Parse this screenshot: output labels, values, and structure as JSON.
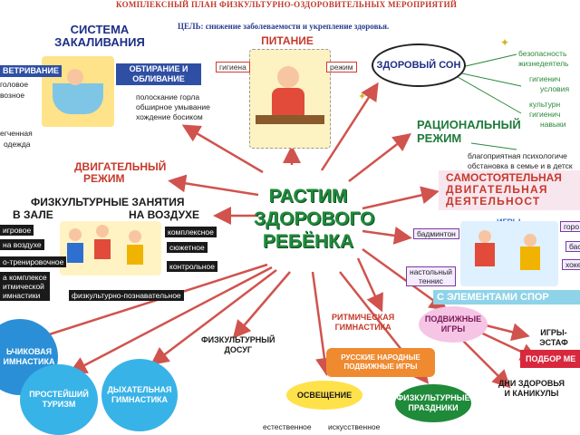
{
  "header": {
    "title": "КОМПЛЕКСНЫЙ ПЛАН ФИЗКУЛЬТУРНО-ОЗДОРОВИТЕЛЬНЫХ МЕРОПРИЯТИЙ",
    "goal": "ЦЕЛЬ: снижение заболеваемости и укрепление здоровья."
  },
  "center": {
    "line1": "РАСТИМ",
    "line2": "ЗДОРОВОГО",
    "line3": "РЕБЁНКА"
  },
  "hardening": {
    "title1": "СИСТЕМА",
    "title2": "ЗАКАЛИВАНИЯ",
    "airing": "ВЕТРИВАНИЕ",
    "rubbing1": "ОБТИРАНИЕ И",
    "rubbing2": "ОБЛИВАНИЕ",
    "item_head": "головое",
    "item_air": "возное",
    "item_light1": "егченная",
    "item_light2": "одежда",
    "gargle": "полоскание горла",
    "washing": "обширное умывание",
    "barefoot": "хождение босиком"
  },
  "nutrition": {
    "title": "ПИТАНИЕ",
    "hygiene": "гигиена",
    "regime": "режим"
  },
  "sleep": {
    "title": "ЗДОРОВЫЙ СОН",
    "safe1": "безопасность",
    "safe2": "жизнедеятель",
    "hyg1": "гигиенич",
    "hyg2": "условия",
    "cult1": "культурн",
    "cult2": "гигиенич",
    "cult3": "навыки"
  },
  "rational": {
    "title1": "РАЦИОНАЛЬНЫЙ",
    "title2": "РЕЖИМ",
    "climate1": "благоприятная психологиче",
    "climate2": "обстановка в семье и в детск"
  },
  "motor": {
    "title1": "ДВИГАТЕЛЬНЫЙ",
    "title2": "РЕЖИМ"
  },
  "pe": {
    "title": "ФИЗКУЛЬТУРНЫЕ ЗАНЯТИЯ",
    "hall": "В ЗАЛЕ",
    "outdoor": "НА ВОЗДУХЕ",
    "items": {
      "game": "игровое",
      "outside": "на воздухе",
      "training": "о-тренировочное",
      "complex1": "а комплексе",
      "complex2": "итмической",
      "complex3": "имнастики",
      "cognitive": "физкультурно-познавательное",
      "complex": "комплексное",
      "plot": "сюжетное",
      "control": "контрольное"
    }
  },
  "independent": {
    "title1": "САМОСТОЯТЕЛЬНАЯ",
    "title2": "ДВИГАТЕЛЬНАЯ",
    "title3": "ДЕЯТЕЛЬНОСТ",
    "games": "ИГРЫ",
    "badminton": "бадминтон",
    "gor": "горо",
    "tennis1": "настольный",
    "tennis2": "теннис",
    "hoc": "хоке",
    "bas": "бас",
    "sport": "С ЭЛЕМЕНТАМИ СПОР"
  },
  "bottom": {
    "rhythm1": "РИТМИЧЕСКАЯ",
    "rhythm2": "ГИМНАСТИКА",
    "mobile1": "ПОДВИЖНЫЕ",
    "mobile2": "ИГРЫ",
    "relay": "ИГРЫ-ЭСТАФ",
    "folk1": "РУССКИЕ НАРОДНЫЕ",
    "folk2": "ПОДВИЖНЫЕ ИГРЫ",
    "picking": "ПОДБОР МЕ",
    "days1": "ДНИ ЗДОРОВЬЯ",
    "days2": "И КАНИКУЛЫ",
    "holidays1": "ФИЗКУЛЬТУРНЫЕ",
    "holidays2": "ПРАЗДНИКИ",
    "lighting": "ОСВЕЩЕНИЕ",
    "natural": "естественное",
    "artificial": "искусственное",
    "leisure1": "ФИЗКУЛЬТУРНЫЙ",
    "leisure2": "ДОСУГ",
    "finger1": "ЬЧИКОВАЯ",
    "finger2": "ИМНАСТИКА",
    "tourism1": "ПРОСТЕЙШИЙ",
    "tourism2": "ТУРИЗМ",
    "breath1": "ДЫХАТЕЛЬНАЯ",
    "breath2": "ГИМНАСТИКА"
  },
  "colors": {
    "arrow": "#d0534e",
    "center_green": "#1f8a3a",
    "blue_label": "#2e4fa3",
    "circle_blue": "#2a8fd6",
    "circle_cyan": "#38b3e8"
  }
}
